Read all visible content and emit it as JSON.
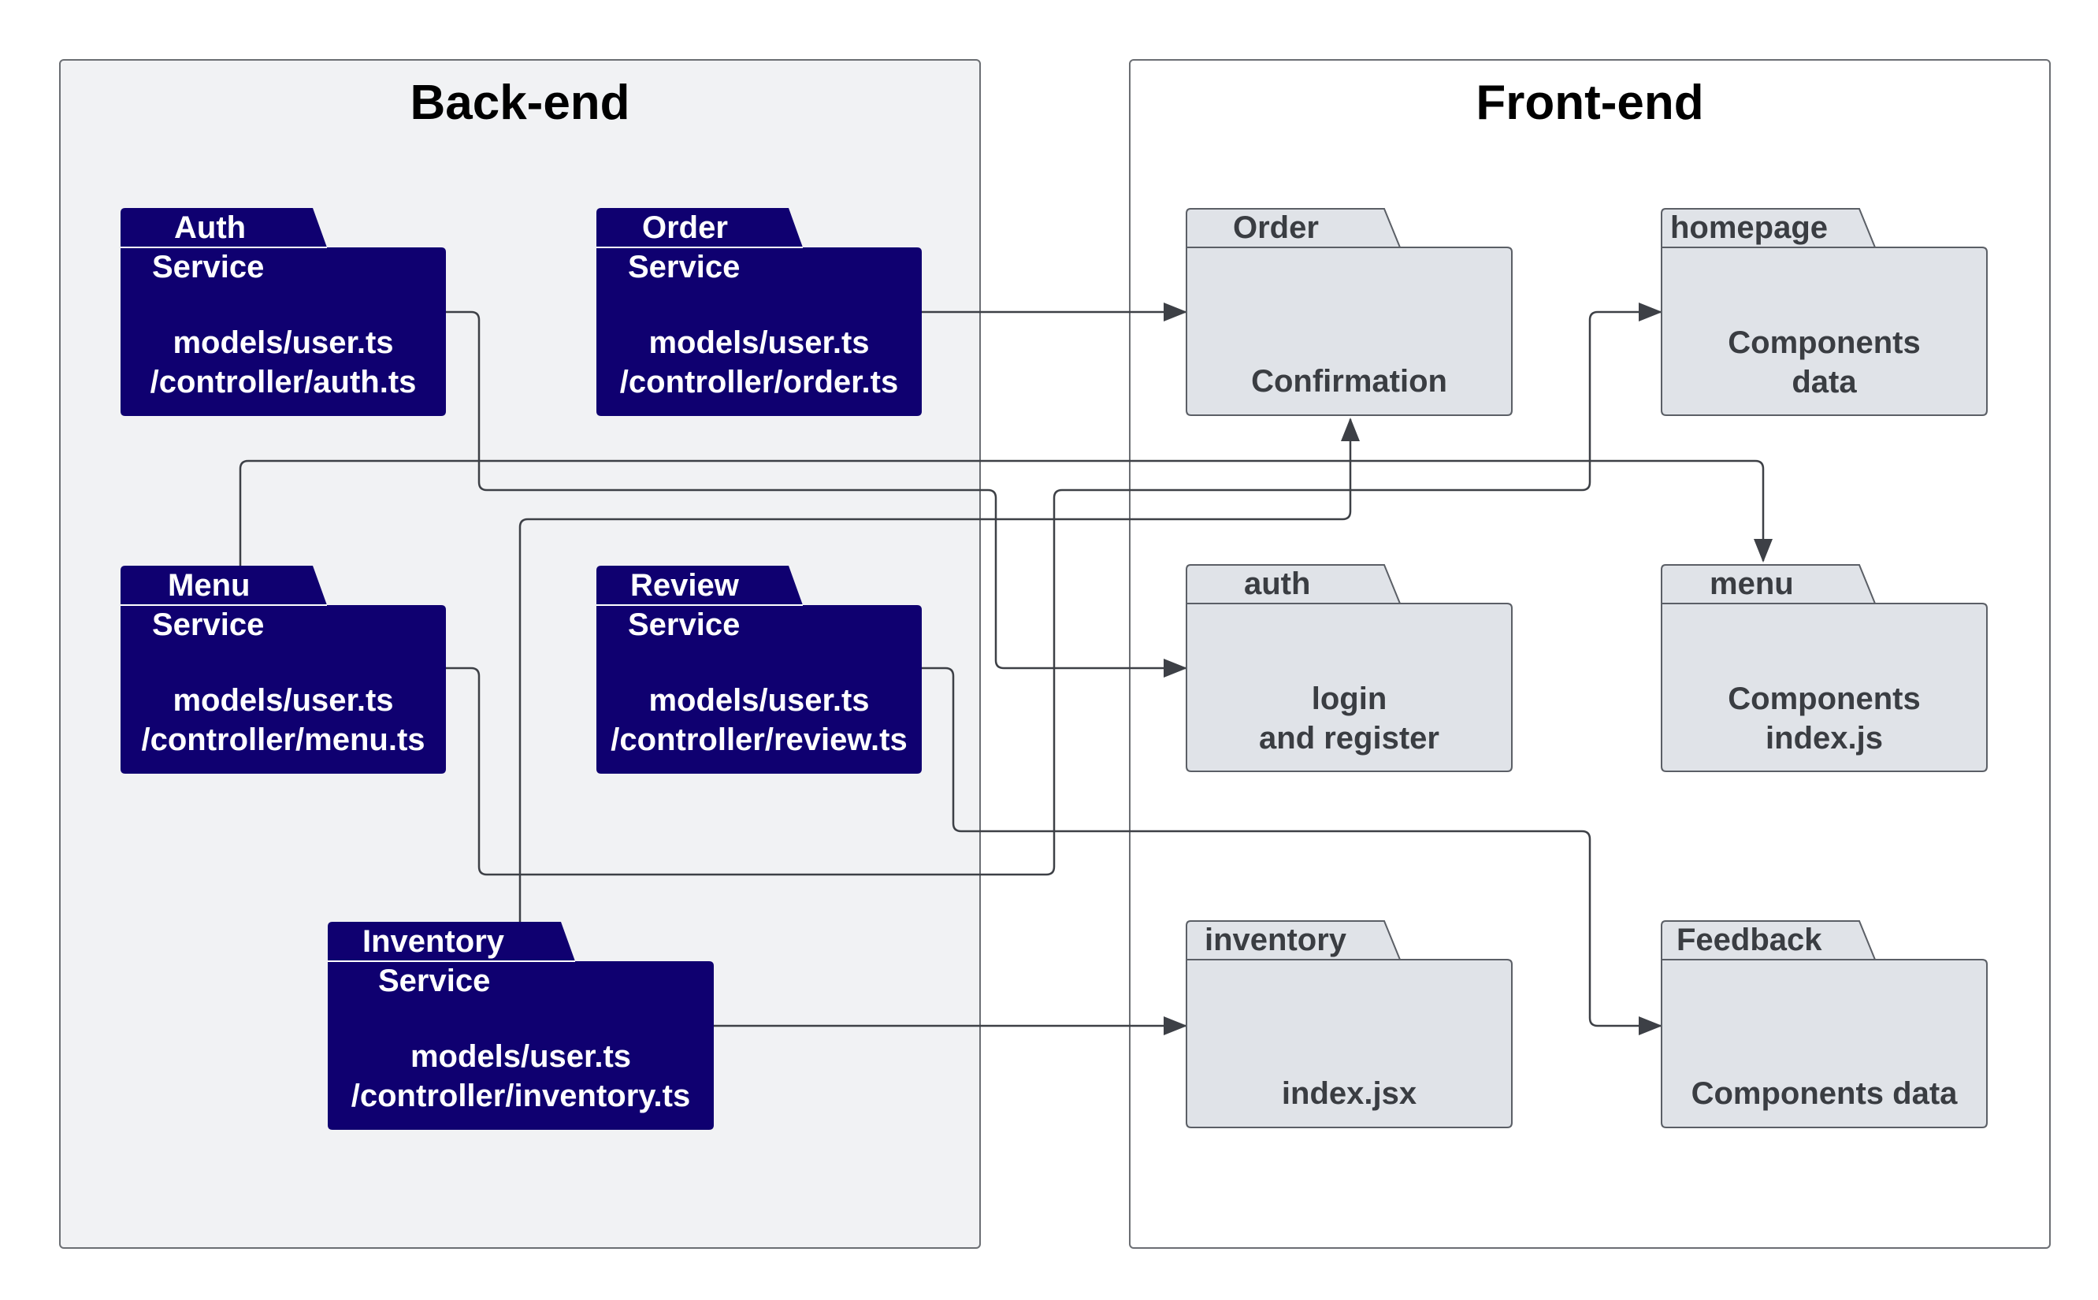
{
  "backend": {
    "title": "Back-end",
    "services": [
      {
        "tab": "Auth",
        "sub": "Service",
        "body": "models/user.ts\n/controller/auth.ts"
      },
      {
        "tab": "Order",
        "sub": "Service",
        "body": "models/user.ts\n/controller/order.ts"
      },
      {
        "tab": "Menu",
        "sub": "Service",
        "body": "models/user.ts\n/controller/menu.ts"
      },
      {
        "tab": "Review",
        "sub": "Service",
        "body": "models/user.ts\n/controller/review.ts"
      },
      {
        "tab": "Inventory",
        "sub": "Service",
        "body": "models/user.ts\n/controller/inventory.ts"
      }
    ]
  },
  "frontend": {
    "title": "Front-end",
    "modules": [
      {
        "tab": "Order",
        "body": "Confirmation"
      },
      {
        "tab": "homepage",
        "body": "Components\ndata"
      },
      {
        "tab": "auth",
        "body": "login\nand register"
      },
      {
        "tab": "menu",
        "body": "Components\nindex.js"
      },
      {
        "tab": "inventory",
        "body": "index.jsx"
      },
      {
        "tab": "Feedback",
        "body": "Components data"
      }
    ]
  },
  "colors": {
    "service_fill": "#0f0070",
    "module_fill": "#e0e3e8",
    "backend_bg": "#f1f2f4",
    "connector": "#3d4046"
  }
}
